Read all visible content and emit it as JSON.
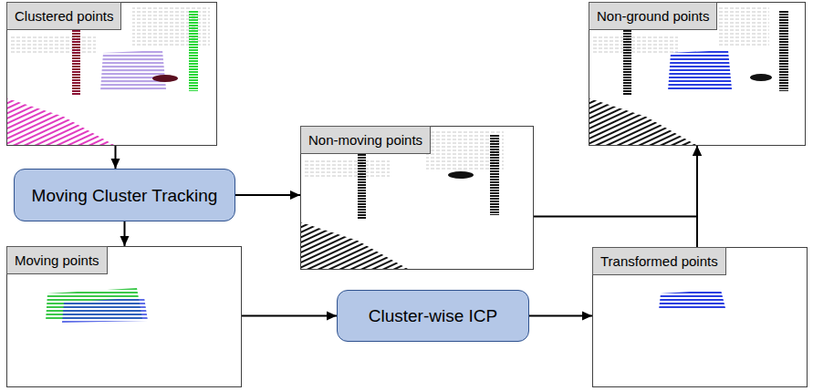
{
  "diagram": {
    "nodes": [
      {
        "text": [
          "Clustered points"
        ]
      },
      {
        "text": [
          "Moving Cluster Tracking"
        ]
      },
      {
        "text": [
          "Moving points"
        ]
      },
      {
        "text": [
          "Non-moving points"
        ]
      },
      {
        "text": [
          "Cluster-wise ICP"
        ]
      },
      {
        "text": [
          "Transformed points"
        ]
      },
      {
        "text": [
          "Non-ground points"
        ]
      }
    ],
    "edges": [
      {
        "from": 0,
        "to": 1,
        "arrow": "to"
      },
      {
        "from": 1,
        "to": 3,
        "arrow": "to"
      },
      {
        "from": 1,
        "to": 2,
        "arrow": "to"
      },
      {
        "from": 2,
        "to": 4,
        "arrow": "to"
      },
      {
        "from": 4,
        "to": 5,
        "arrow": "to"
      },
      {
        "from": 3,
        "to": 6,
        "arrow": "to"
      },
      {
        "from": 5,
        "to": 6,
        "arrow": "to"
      }
    ]
  }
}
